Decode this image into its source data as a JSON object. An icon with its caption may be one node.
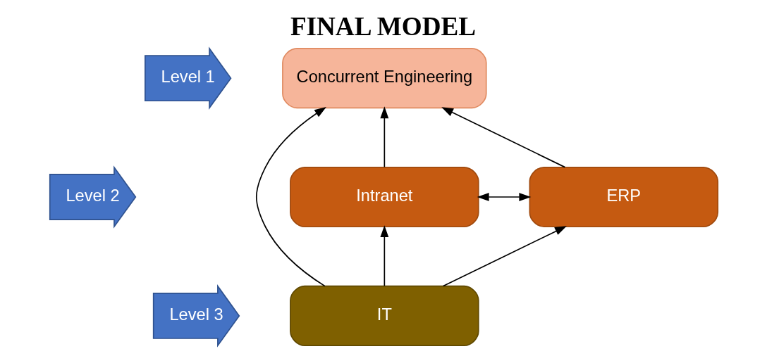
{
  "diagram": {
    "title": "FINAL MODEL",
    "nodes": [
      {
        "text": [
          "Level 1"
        ]
      },
      {
        "text": [
          "Level 2"
        ]
      },
      {
        "text": [
          "Level 3"
        ]
      },
      {
        "text": [
          "Concurrent Engineering"
        ]
      },
      {
        "text": [
          "Intranet"
        ]
      },
      {
        "text": [
          "ERP"
        ]
      },
      {
        "text": [
          "IT"
        ]
      }
    ],
    "edges": [
      {
        "from": 4,
        "to": 3,
        "arrow": "to"
      },
      {
        "from": 6,
        "to": 3,
        "arrow": "to"
      },
      {
        "from": 5,
        "to": 3,
        "arrow": "to"
      },
      {
        "from": 4,
        "to": 5,
        "arrow": "both"
      },
      {
        "from": 6,
        "to": 4,
        "arrow": "to"
      },
      {
        "from": 6,
        "to": 5,
        "arrow": "to"
      }
    ]
  }
}
